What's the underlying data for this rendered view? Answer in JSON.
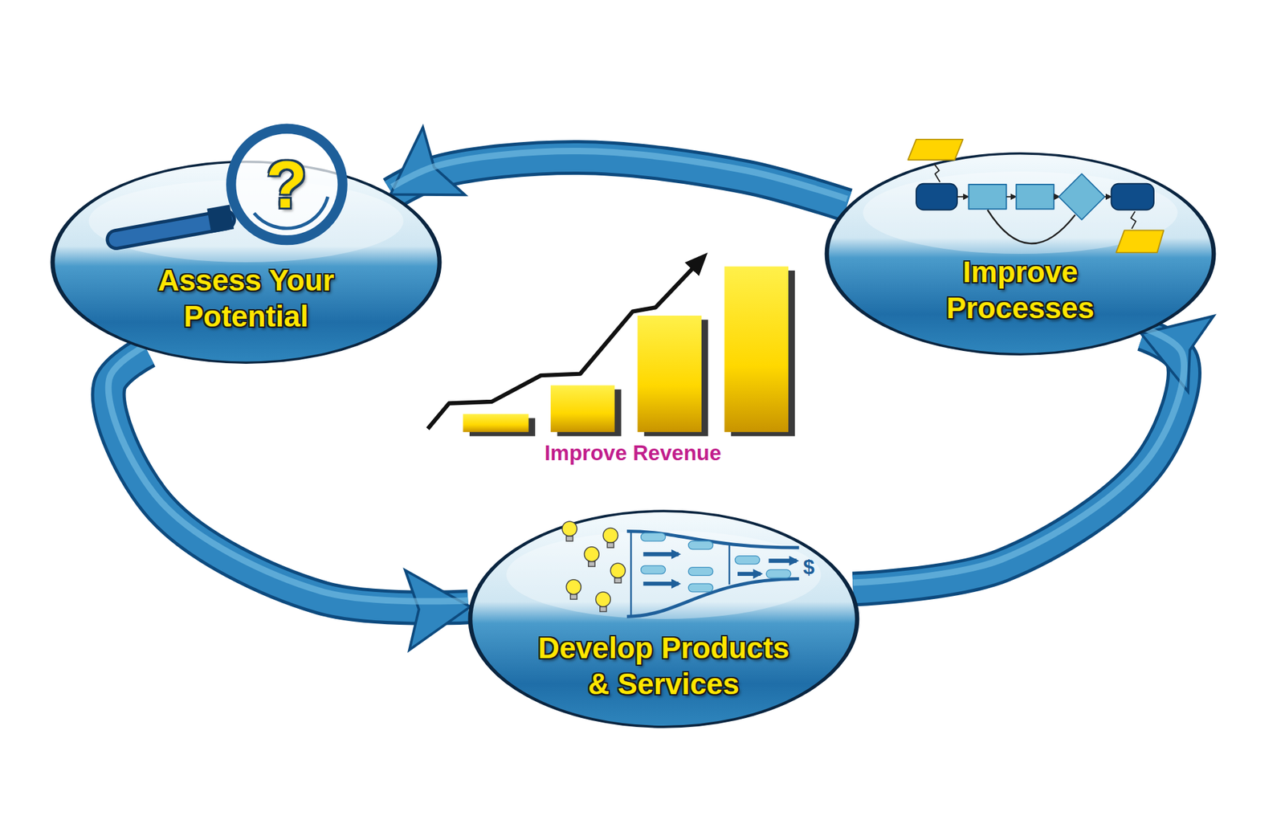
{
  "diagram": {
    "nodes": [
      {
        "text": [
          "Assess Your Potential"
        ]
      },
      {
        "text": [
          "Improve Processes"
        ]
      },
      {
        "text": [
          "Develop Products & Services"
        ]
      }
    ],
    "edges": [
      {
        "from": 0,
        "to": 2,
        "arrow": "to"
      },
      {
        "from": 2,
        "to": 1,
        "arrow": "to"
      },
      {
        "from": 1,
        "to": 0,
        "arrow": "to"
      }
    ],
    "labels": [
      "Improve Revenue",
      "?",
      "$"
    ]
  }
}
